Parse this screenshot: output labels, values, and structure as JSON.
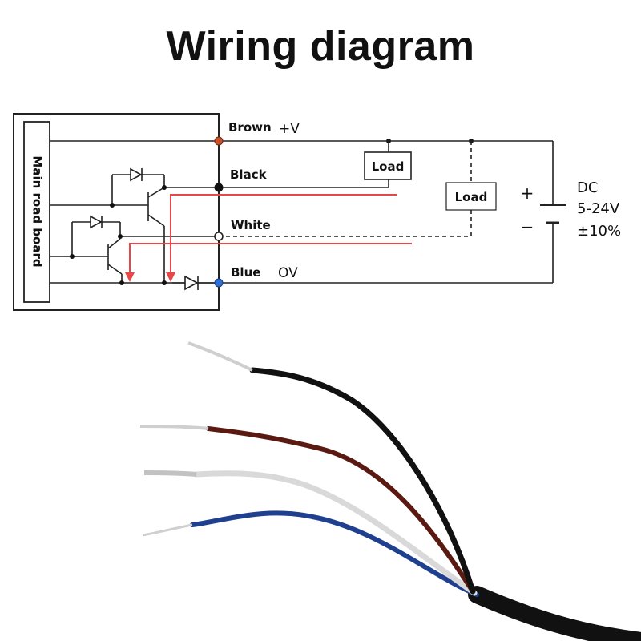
{
  "title": "Wiring diagram",
  "board": {
    "label": "Main road board"
  },
  "wires": {
    "brown": {
      "name": "Brown",
      "signal": "+V",
      "color": "#c8502a"
    },
    "black": {
      "name": "Black",
      "color": "#111111"
    },
    "white": {
      "name": "White",
      "color": "#ffffff"
    },
    "blue": {
      "name": "Blue",
      "signal": "OV",
      "color": "#2f6fd6"
    }
  },
  "loads": [
    {
      "label": "Load"
    },
    {
      "label": "Load"
    }
  ],
  "supply": {
    "plus": "+",
    "minus": "−",
    "type": "DC",
    "voltage": "5-24V",
    "tolerance": "±10%"
  },
  "colors": {
    "current_flow": "#e8474a",
    "line": "#222222",
    "cable_jacket": "#111111",
    "cable_brown": "#5a1a12",
    "cable_white": "#d9d9d9",
    "cable_blue": "#1f3f8f",
    "copper": "#cfcfcf"
  }
}
